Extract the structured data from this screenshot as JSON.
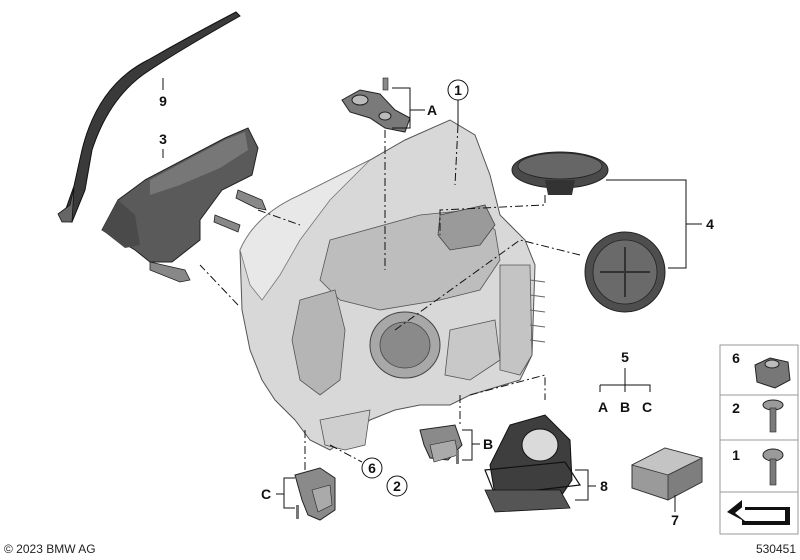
{
  "callouts": {
    "c1": "1",
    "c2": "2",
    "c3": "3",
    "c4": "4",
    "c5": "5",
    "c6": "6",
    "c7": "7",
    "c8": "8",
    "c9": "9",
    "A": "A",
    "B": "B",
    "C": "C"
  },
  "legend_box": {
    "items": [
      {
        "num": "6",
        "icon": "clip-nut-icon"
      },
      {
        "num": "2",
        "icon": "screw-icon"
      },
      {
        "num": "1",
        "icon": "screw-icon"
      }
    ],
    "arrow_icon": "bracket-symbol-icon"
  },
  "group_5": {
    "labels": [
      "A",
      "B",
      "C"
    ]
  },
  "footer": {
    "copyright": "© 2023 BMW AG",
    "diagram_number": "530451"
  }
}
